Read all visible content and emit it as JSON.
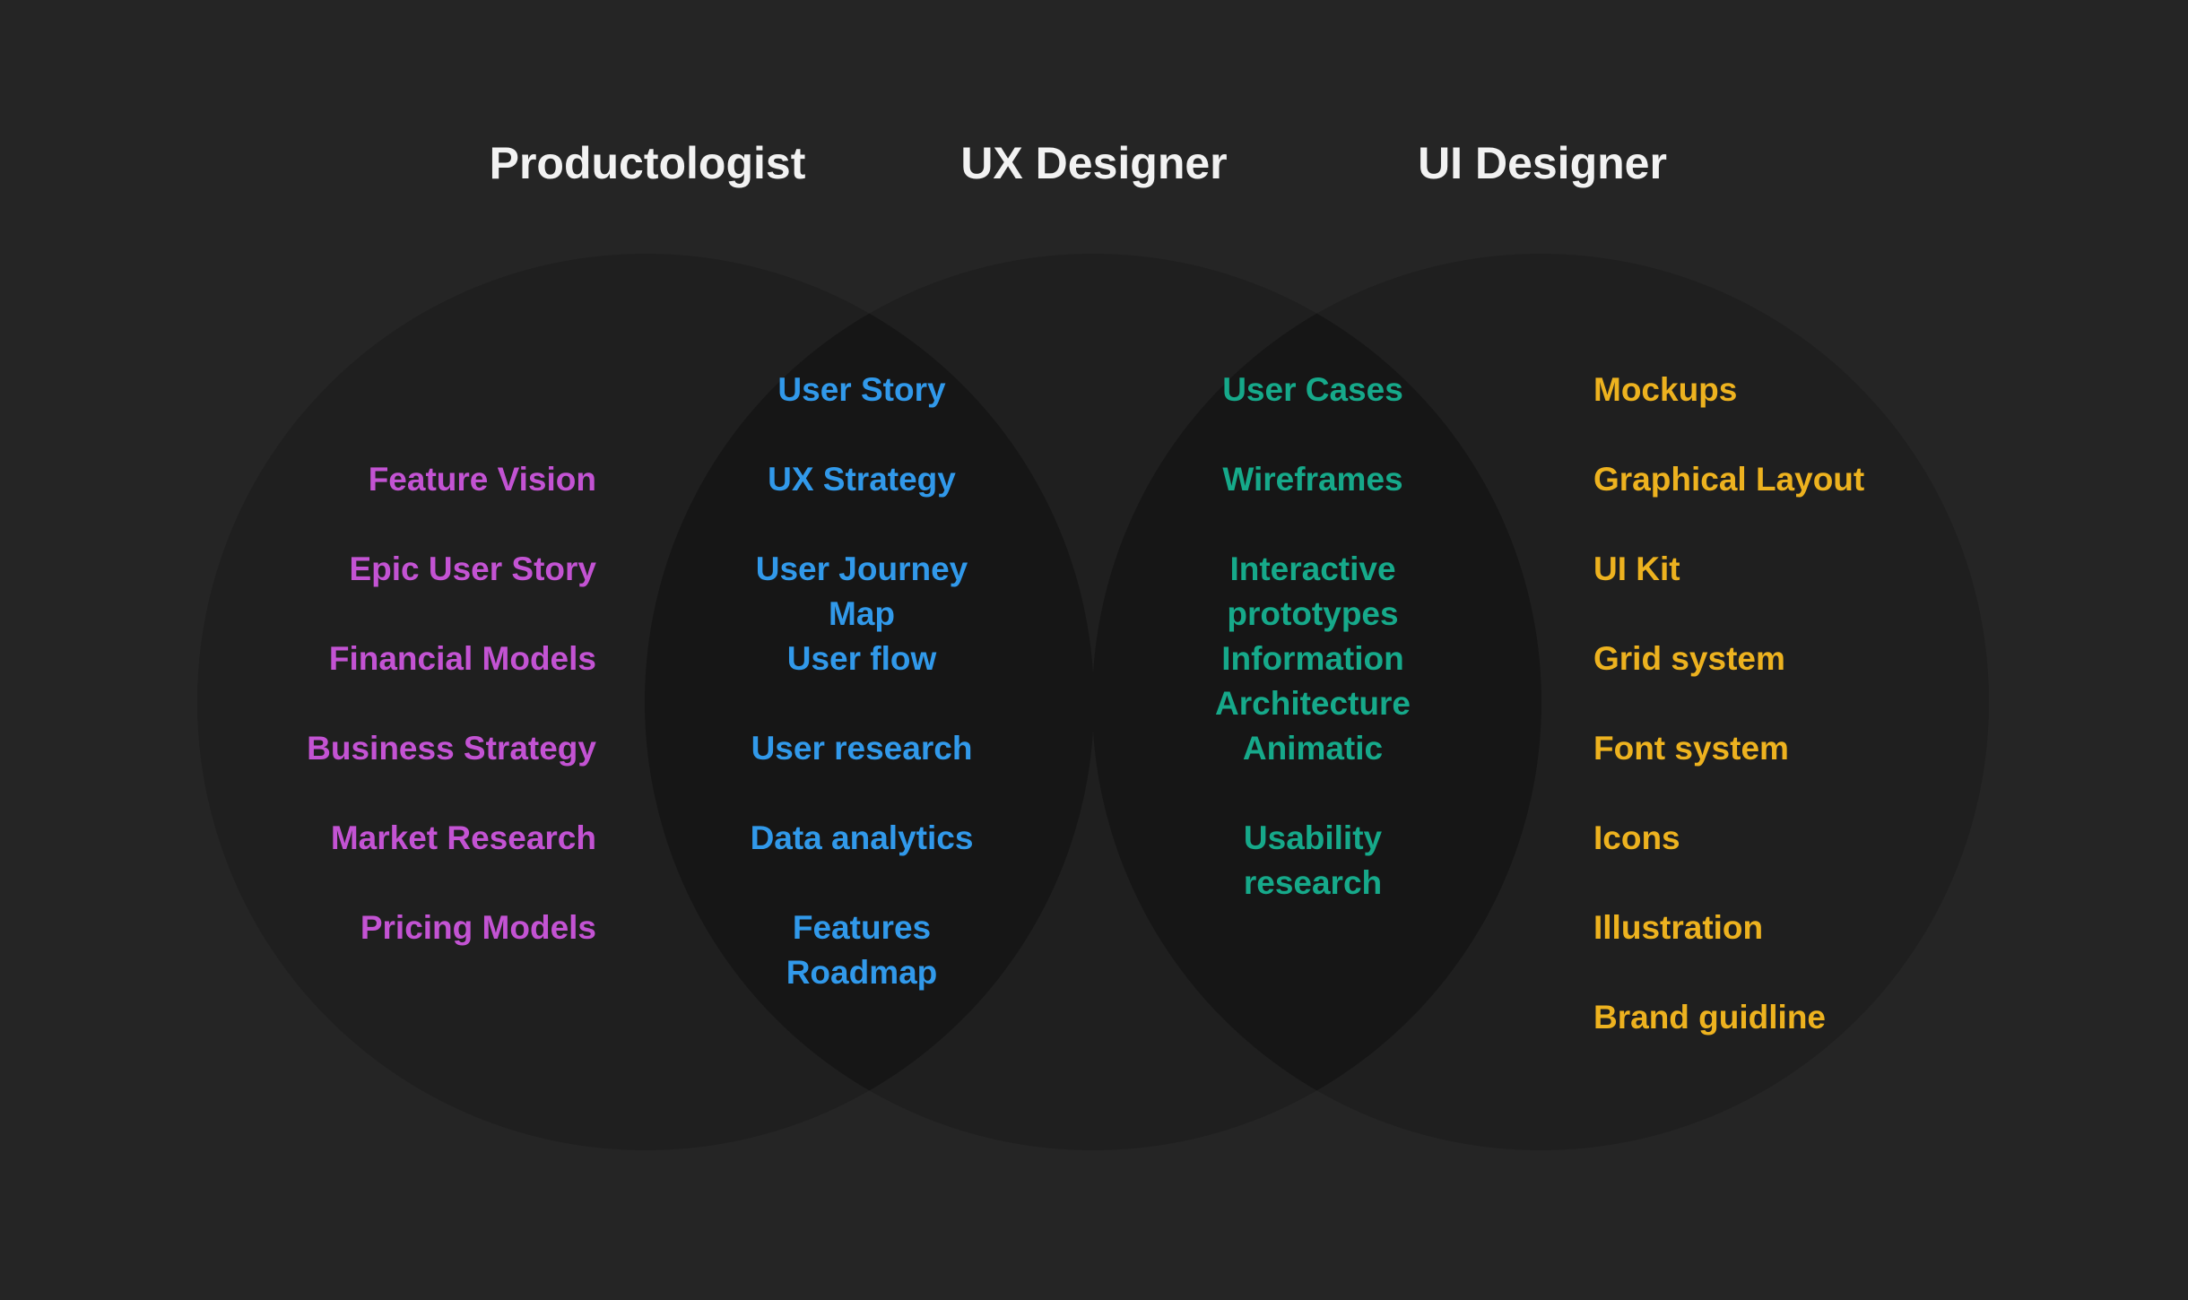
{
  "colors": {
    "background": "#252525",
    "circle_fill": "#1f1f1f",
    "overlap_fill": "#161616",
    "title": "#f2f2f2",
    "productologist": "#c353d3",
    "ux": "#3199ea",
    "ux_ui": "#16a98a",
    "ui": "#edb21f"
  },
  "titles": {
    "productologist": "Productologist",
    "ux_designer": "UX Designer",
    "ui_designer": "UI Designer"
  },
  "productologist_items": [
    "Feature Vision",
    "Epic User Story",
    "Financial Models",
    "Business Strategy",
    "Market Research",
    "Pricing Models"
  ],
  "ux_items": [
    "User Story",
    "UX Strategy",
    "User Journey\nMap",
    "User flow",
    "User research",
    "Data analytics",
    "Features\nRoadmap"
  ],
  "ux_ui_items": [
    "User Cases",
    "Wireframes",
    "Interactive\nprototypes",
    "Information\nArchitecture",
    "Animatic",
    "Usability\nresearch"
  ],
  "ui_items": [
    "Mockups",
    "Graphical Layout",
    "UI Kit",
    "Grid system",
    "Font system",
    "Icons",
    "Illustration",
    "Brand guidline"
  ]
}
